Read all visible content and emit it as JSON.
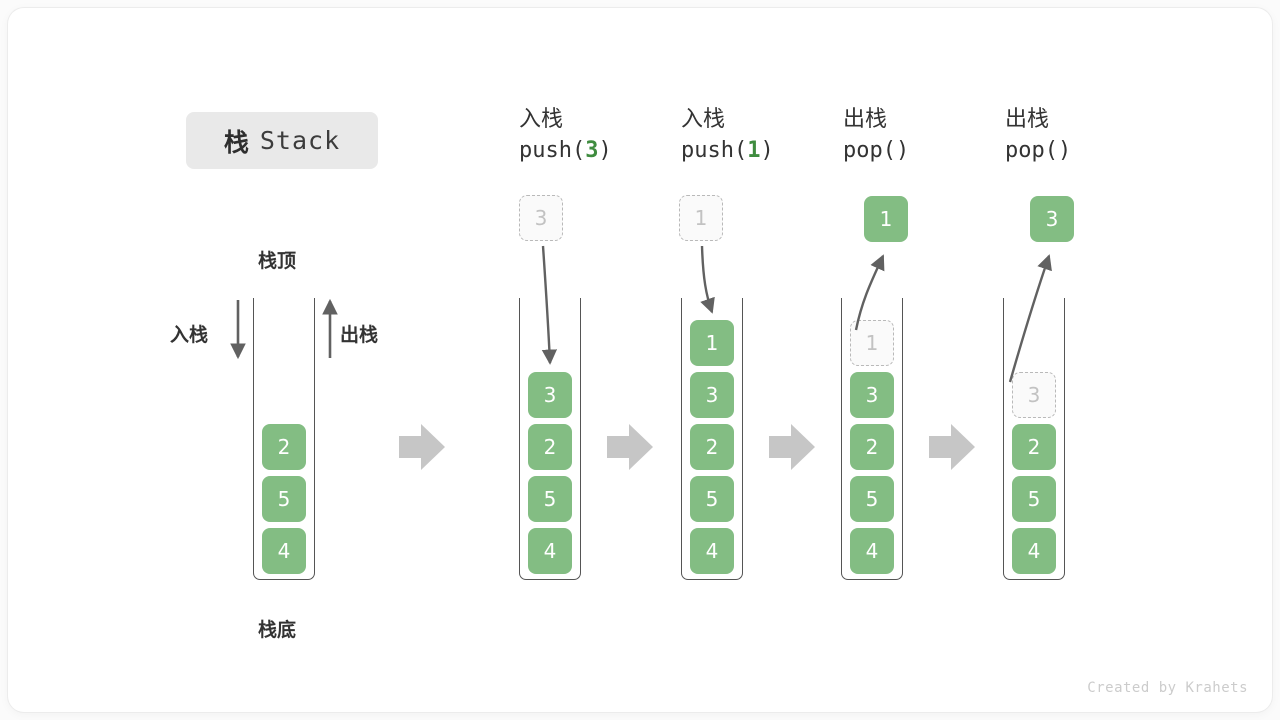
{
  "figure": {
    "title_cn": "栈",
    "title_en": "Stack",
    "watermark": "Created by Krahets",
    "accent_green": "#83bd83",
    "ghost_gray": "#c2c2c2",
    "arrow_gray": "#616161",
    "flow_arrow_gray": "#c6c6c6"
  },
  "initial": {
    "top_label": "栈顶",
    "bottom_label": "栈底",
    "push_label": "入栈",
    "pop_label": "出栈",
    "elements": [
      "2",
      "5",
      "4"
    ]
  },
  "steps": [
    {
      "op_cn": "入栈",
      "op_code_prefix": "push(",
      "op_code_arg": "3",
      "op_code_suffix": ")",
      "kind": "push",
      "floating": {
        "value": "3",
        "style": "ghost"
      },
      "stack": [
        {
          "value": "3",
          "style": "solid"
        },
        {
          "value": "2",
          "style": "solid"
        },
        {
          "value": "5",
          "style": "solid"
        },
        {
          "value": "4",
          "style": "solid"
        }
      ]
    },
    {
      "op_cn": "入栈",
      "op_code_prefix": "push(",
      "op_code_arg": "1",
      "op_code_suffix": ")",
      "kind": "push",
      "floating": {
        "value": "1",
        "style": "ghost"
      },
      "stack": [
        {
          "value": "1",
          "style": "solid"
        },
        {
          "value": "3",
          "style": "solid"
        },
        {
          "value": "2",
          "style": "solid"
        },
        {
          "value": "5",
          "style": "solid"
        },
        {
          "value": "4",
          "style": "solid"
        }
      ]
    },
    {
      "op_cn": "出栈",
      "op_code_prefix": "pop(",
      "op_code_arg": "",
      "op_code_suffix": ")",
      "kind": "pop",
      "floating": {
        "value": "1",
        "style": "solid"
      },
      "stack": [
        {
          "value": "1",
          "style": "ghost"
        },
        {
          "value": "3",
          "style": "solid"
        },
        {
          "value": "2",
          "style": "solid"
        },
        {
          "value": "5",
          "style": "solid"
        },
        {
          "value": "4",
          "style": "solid"
        }
      ]
    },
    {
      "op_cn": "出栈",
      "op_code_prefix": "pop(",
      "op_code_arg": "",
      "op_code_suffix": ")",
      "kind": "pop",
      "floating": {
        "value": "3",
        "style": "solid"
      },
      "stack": [
        {
          "value": "3",
          "style": "ghost"
        },
        {
          "value": "2",
          "style": "solid"
        },
        {
          "value": "5",
          "style": "solid"
        },
        {
          "value": "4",
          "style": "solid"
        }
      ]
    }
  ]
}
